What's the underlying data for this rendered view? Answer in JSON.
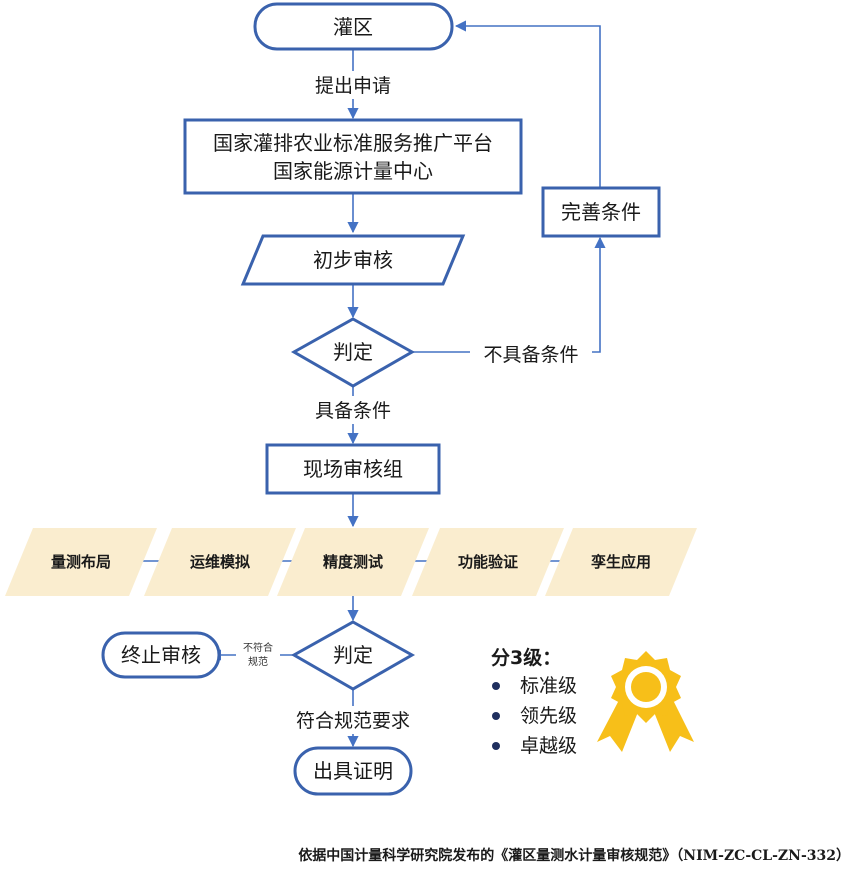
{
  "nodes": {
    "start": "灌区",
    "platform_line1": "国家灌排农业标准服务推广平台",
    "platform_line2": "国家能源计量中心",
    "preliminary_review": "初步审核",
    "decision1": "判定",
    "improve_conditions": "完善条件",
    "onsite_team": "现场审核组",
    "decision2": "判定",
    "terminate": "终止审核",
    "certificate": "出具证明"
  },
  "edges": {
    "submit_application": "提出申请",
    "not_qualified": "不具备条件",
    "qualified": "具备条件",
    "non_compliant_line1": "不符合",
    "non_compliant_line2": "规范",
    "compliant": "符合规范要求"
  },
  "steps": [
    "量测布局",
    "运维模拟",
    "精度测试",
    "功能验证",
    "孪生应用"
  ],
  "levels": {
    "title": "分3级：",
    "items": [
      "标准级",
      "领先级",
      "卓越级"
    ]
  },
  "footer": "依据中国计量科学研究院发布的《灌区量测水计量审核规范》（NIM-ZC-CL-ZN-332）",
  "colors": {
    "border": "#3a62ad",
    "connector": "#4472c4",
    "step_fill": "#faedcf",
    "medal_gold": "#f7bf19",
    "bullet": "#1f2f5e"
  }
}
